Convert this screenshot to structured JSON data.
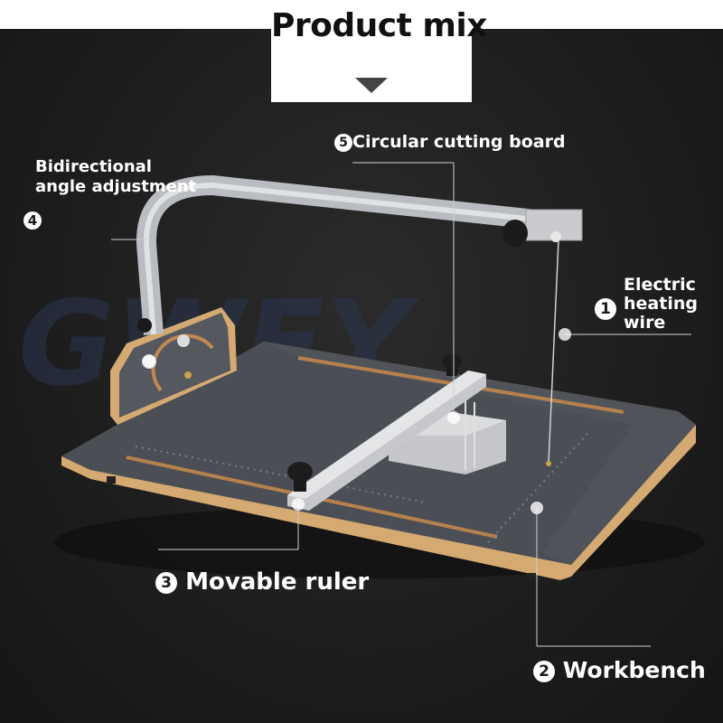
{
  "header": {
    "title": "Product mix"
  },
  "watermark": "GWEY",
  "labels": {
    "angle": {
      "line1": "Bidirectional",
      "line2": "angle adjustment",
      "number": "4"
    },
    "board": {
      "number": "5",
      "text": "Circular cutting board"
    },
    "wire": {
      "number": "1",
      "line1": "Electric",
      "line2": "heating",
      "line3": "wire"
    },
    "ruler": {
      "number": "3",
      "text": "Movable ruler"
    },
    "bench": {
      "number": "2",
      "text": "Workbench"
    }
  },
  "colors": {
    "background": "#1d1d1d",
    "board_top": "#4a4d52",
    "wood_edge": "#d9b07a",
    "metal": "#c7c9cc",
    "slot": "#b07a4a",
    "text": "#ffffff"
  }
}
